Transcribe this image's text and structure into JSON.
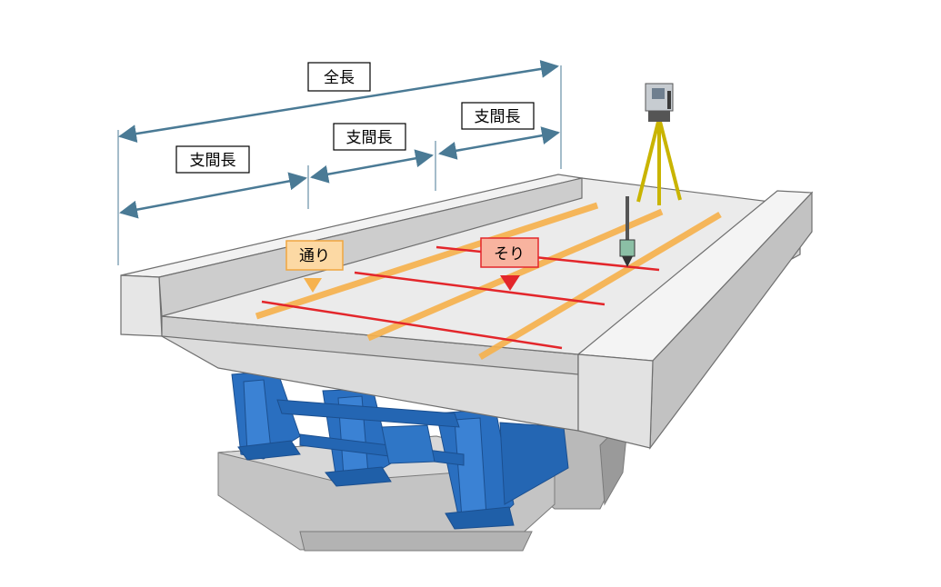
{
  "labels": {
    "overall_length": "全長",
    "span_length_1": "支間長",
    "span_length_2": "支間長",
    "span_length_3": "支間長",
    "alignment": "通り",
    "camber": "そり"
  },
  "colors": {
    "dimension_arrow": "#4a7a95",
    "alignment_line": "#f6b24e",
    "camber_line": "#e3262b",
    "alignment_label_bg": "#fcd9a4",
    "camber_label_bg": "#f8b39f",
    "girder": "#2a6fc0",
    "concrete": "#e8e8e8"
  }
}
